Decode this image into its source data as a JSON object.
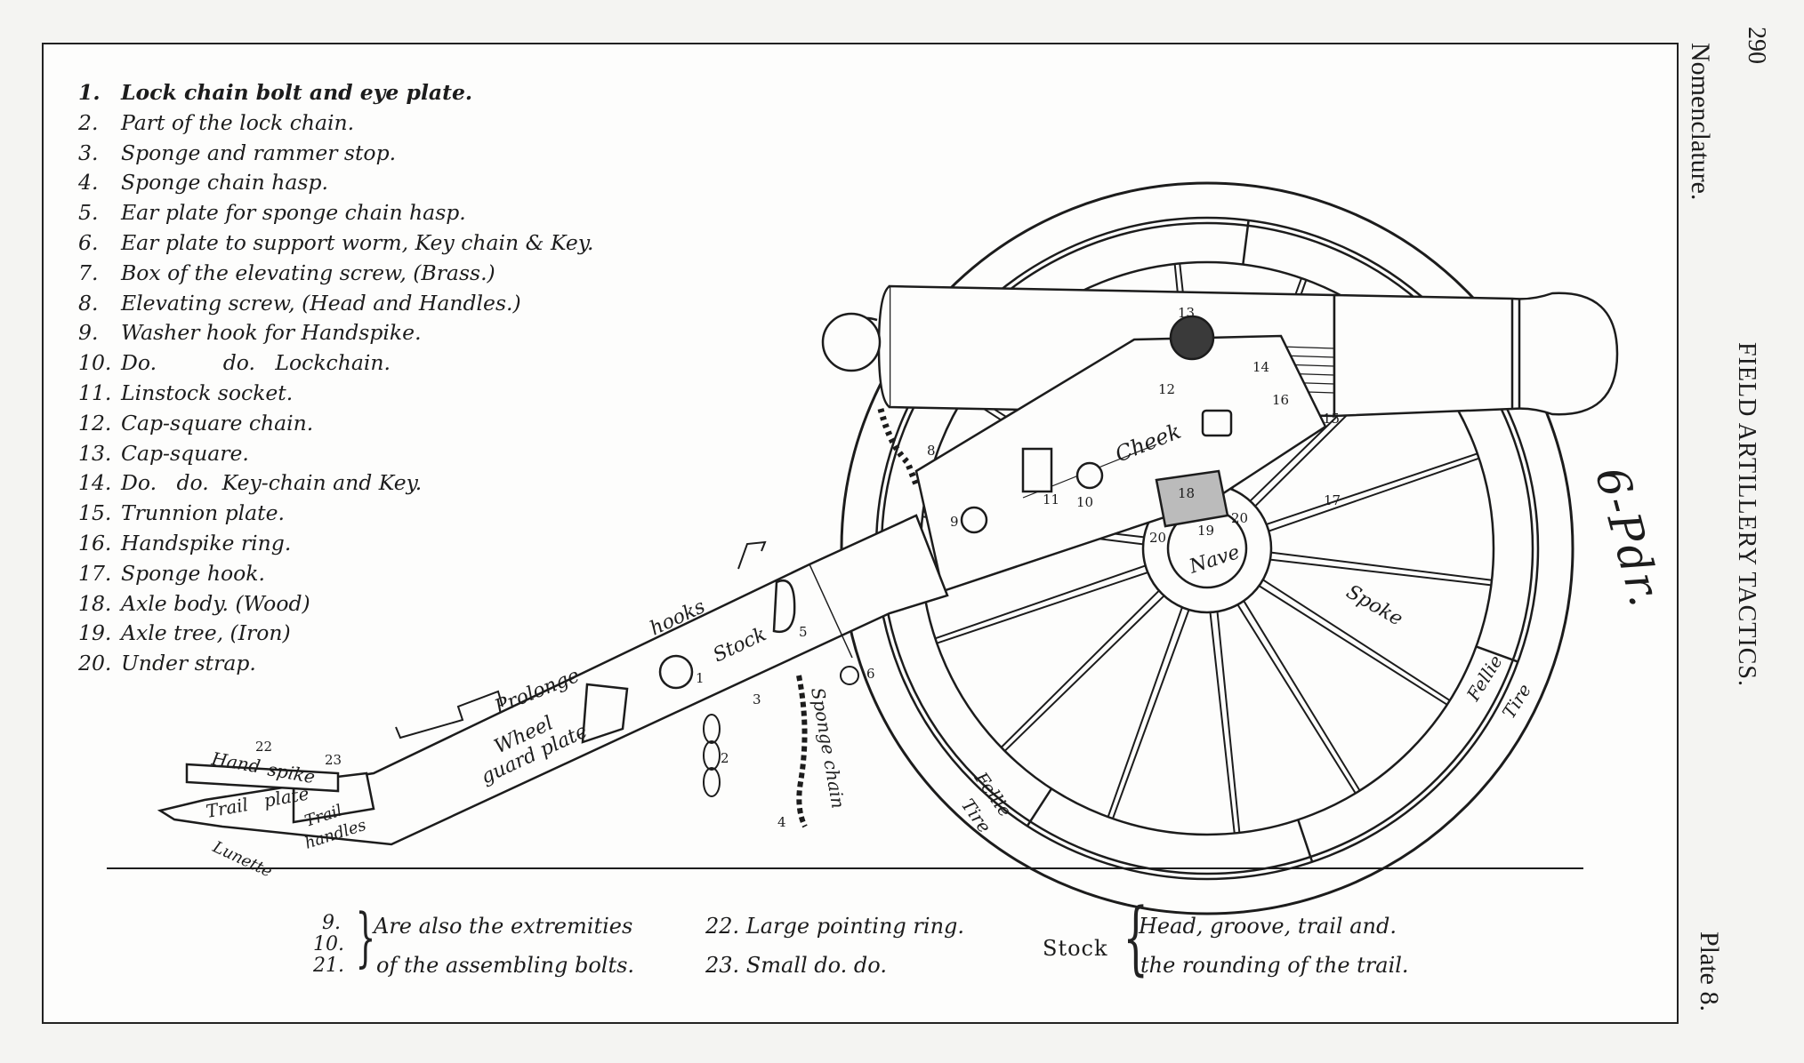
{
  "page_number": "290",
  "running_head_left": "Nomenclature.",
  "running_head_title": "FIELD ARTILLERY TACTICS.",
  "plate": "Plate 8.",
  "caliber": "6-Pdr.",
  "nomenclature": [
    {
      "num": "1.",
      "text": "Lock chain bolt and eye plate."
    },
    {
      "num": "2.",
      "text": "Part of the lock chain."
    },
    {
      "num": "3.",
      "text": "Sponge and rammer stop."
    },
    {
      "num": "4.",
      "text": "Sponge chain hasp."
    },
    {
      "num": "5.",
      "text": "Ear plate for sponge chain hasp."
    },
    {
      "num": "6.",
      "text": "Ear plate to support worm, Key chain & Key."
    },
    {
      "num": "7.",
      "text": "Box of the elevating screw, (Brass.)"
    },
    {
      "num": "8.",
      "text": "Elevating screw, (Head and Handles.)"
    },
    {
      "num": "9.",
      "text": "Washer hook for Handspike."
    },
    {
      "num": "10.",
      "text": "Do.          do.   Lockchain."
    },
    {
      "num": "11.",
      "text": "Linstock socket."
    },
    {
      "num": "12.",
      "text": "Cap-square chain."
    },
    {
      "num": "13.",
      "text": "Cap-square."
    },
    {
      "num": "14.",
      "text": "Do.   do.  Key-chain and Key."
    },
    {
      "num": "15.",
      "text": "Trunnion plate."
    },
    {
      "num": "16.",
      "text": "Handspike ring."
    },
    {
      "num": "17.",
      "text": "Sponge hook."
    },
    {
      "num": "18.",
      "text": "Axle body. (Wood)"
    },
    {
      "num": "19.",
      "text": "Axle tree, (Iron)"
    },
    {
      "num": "20.",
      "text": "Under strap."
    }
  ],
  "diagram_labels": {
    "cheek": "Cheek",
    "nave": "Nave",
    "spoke": "Spoke",
    "fellie_right": "Fellie",
    "tire_right": "Tire",
    "fellie_bottom": "Fellie",
    "tire_bottom": "Tire",
    "stock": "Stock",
    "hooks": "hooks",
    "prolonge": "Prolonge",
    "wheel_guard_1": "Wheel",
    "wheel_guard_2": "guard plate",
    "sponge_chain": "Sponge chain",
    "handspike_1": "Hand",
    "handspike_2": "spike",
    "trail_plate_1": "Trail",
    "trail_plate_2": "plate",
    "trail_handles_1": "Trail",
    "trail_handles_2": "handles",
    "lunette": "Lunette",
    "numbers": [
      "1",
      "2",
      "3",
      "4",
      "5",
      "6",
      "8",
      "9",
      "10",
      "11",
      "12",
      "13",
      "14",
      "15",
      "16",
      "17",
      "18",
      "19",
      "20",
      "20",
      "22",
      "23"
    ]
  },
  "footnotes": {
    "bolts_nums": [
      "9.",
      "10.",
      "21."
    ],
    "bolts_line1": "Are also the extremities",
    "bolts_line2": "of the assembling bolts.",
    "ring_line1": "22. Large pointing ring.",
    "ring_line2": "23. Small        do.      do.",
    "stock_label": "Stock",
    "stock_line1": "Head, groove, trail and.",
    "stock_line2": "the rounding of the trail."
  }
}
